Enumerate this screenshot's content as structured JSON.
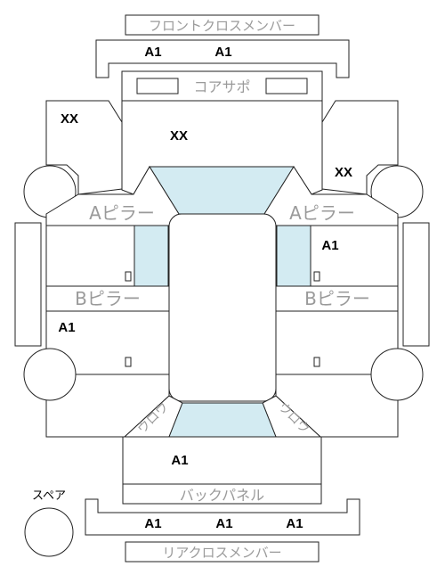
{
  "labels": {
    "front_cross_member": "フロントクロスメンバー",
    "core_support": "コアサポ",
    "a_pillar": "Aピラー",
    "b_pillar": "Bピラー",
    "back_panel": "バックパネル",
    "rear_cross_member": "リアクロスメンバー",
    "spare": "スペア",
    "right_rear_curved": "ウロウ",
    "left_rear_curved": "ウロウ"
  },
  "marks": {
    "front_cross_member_left": "A1",
    "front_cross_member_right": "A1",
    "left_front_fender": "XX",
    "hood": "XX",
    "right_front_fender": "XX",
    "right_front_door": "A1",
    "left_rear_door": "A1",
    "trunk": "A1",
    "rear_cross_member_left": "A1",
    "rear_cross_member_center": "A1",
    "rear_cross_member_right": "A1"
  },
  "colors": {
    "glass": "#d3ebf2",
    "outline": "#222222",
    "label_gray": "#9a9a9a"
  }
}
